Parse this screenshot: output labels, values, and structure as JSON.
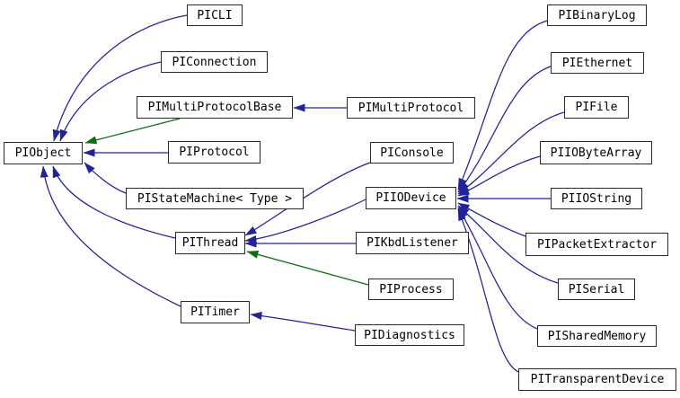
{
  "diagram": {
    "type": "class-inheritance-graph",
    "colors": {
      "background": "#ffffff",
      "box_fill": "#ffffff",
      "box_border": "#2a2a2a",
      "text": "#000000",
      "public_inheritance": "#22229a",
      "protected_inheritance": "#0e6e0e"
    },
    "nodes": [
      {
        "id": "PIObject",
        "label": "PIObject"
      },
      {
        "id": "PICLI",
        "label": "PICLI"
      },
      {
        "id": "PIConnection",
        "label": "PIConnection"
      },
      {
        "id": "PIMultiProtocolBase",
        "label": "PIMultiProtocolBase"
      },
      {
        "id": "PIMultiProtocol",
        "label": "PIMultiProtocol"
      },
      {
        "id": "PIProtocol",
        "label": "PIProtocol"
      },
      {
        "id": "PIStateMachine",
        "label": "PIStateMachine< Type >"
      },
      {
        "id": "PIThread",
        "label": "PIThread"
      },
      {
        "id": "PITimer",
        "label": "PITimer"
      },
      {
        "id": "PIConsole",
        "label": "PIConsole"
      },
      {
        "id": "PIIODevice",
        "label": "PIIODevice"
      },
      {
        "id": "PIKbdListener",
        "label": "PIKbdListener"
      },
      {
        "id": "PIProcess",
        "label": "PIProcess"
      },
      {
        "id": "PIDiagnostics",
        "label": "PIDiagnostics"
      },
      {
        "id": "PIBinaryLog",
        "label": "PIBinaryLog"
      },
      {
        "id": "PIEthernet",
        "label": "PIEthernet"
      },
      {
        "id": "PIFile",
        "label": "PIFile"
      },
      {
        "id": "PIIOByteArray",
        "label": "PIIOByteArray"
      },
      {
        "id": "PIIOString",
        "label": "PIIOString"
      },
      {
        "id": "PIPacketExtractor",
        "label": "PIPacketExtractor"
      },
      {
        "id": "PISerial",
        "label": "PISerial"
      },
      {
        "id": "PISharedMemory",
        "label": "PISharedMemory"
      },
      {
        "id": "PITransparentDevice",
        "label": "PITransparentDevice"
      }
    ],
    "edges": [
      {
        "from": "PICLI",
        "to": "PIObject",
        "relation": "public"
      },
      {
        "from": "PIConnection",
        "to": "PIObject",
        "relation": "public"
      },
      {
        "from": "PIMultiProtocolBase",
        "to": "PIObject",
        "relation": "protected"
      },
      {
        "from": "PIProtocol",
        "to": "PIObject",
        "relation": "public"
      },
      {
        "from": "PIStateMachine",
        "to": "PIObject",
        "relation": "public"
      },
      {
        "from": "PIThread",
        "to": "PIObject",
        "relation": "public"
      },
      {
        "from": "PITimer",
        "to": "PIObject",
        "relation": "public"
      },
      {
        "from": "PIMultiProtocol",
        "to": "PIMultiProtocolBase",
        "relation": "public"
      },
      {
        "from": "PIConsole",
        "to": "PIThread",
        "relation": "public"
      },
      {
        "from": "PIIODevice",
        "to": "PIThread",
        "relation": "public"
      },
      {
        "from": "PIKbdListener",
        "to": "PIThread",
        "relation": "public"
      },
      {
        "from": "PIProcess",
        "to": "PIThread",
        "relation": "protected"
      },
      {
        "from": "PIDiagnostics",
        "to": "PITimer",
        "relation": "public"
      },
      {
        "from": "PIBinaryLog",
        "to": "PIIODevice",
        "relation": "public"
      },
      {
        "from": "PIEthernet",
        "to": "PIIODevice",
        "relation": "public"
      },
      {
        "from": "PIFile",
        "to": "PIIODevice",
        "relation": "public"
      },
      {
        "from": "PIIOByteArray",
        "to": "PIIODevice",
        "relation": "public"
      },
      {
        "from": "PIIOString",
        "to": "PIIODevice",
        "relation": "public"
      },
      {
        "from": "PIPacketExtractor",
        "to": "PIIODevice",
        "relation": "public"
      },
      {
        "from": "PISerial",
        "to": "PIIODevice",
        "relation": "public"
      },
      {
        "from": "PISharedMemory",
        "to": "PIIODevice",
        "relation": "public"
      },
      {
        "from": "PITransparentDevice",
        "to": "PIIODevice",
        "relation": "public"
      }
    ]
  }
}
